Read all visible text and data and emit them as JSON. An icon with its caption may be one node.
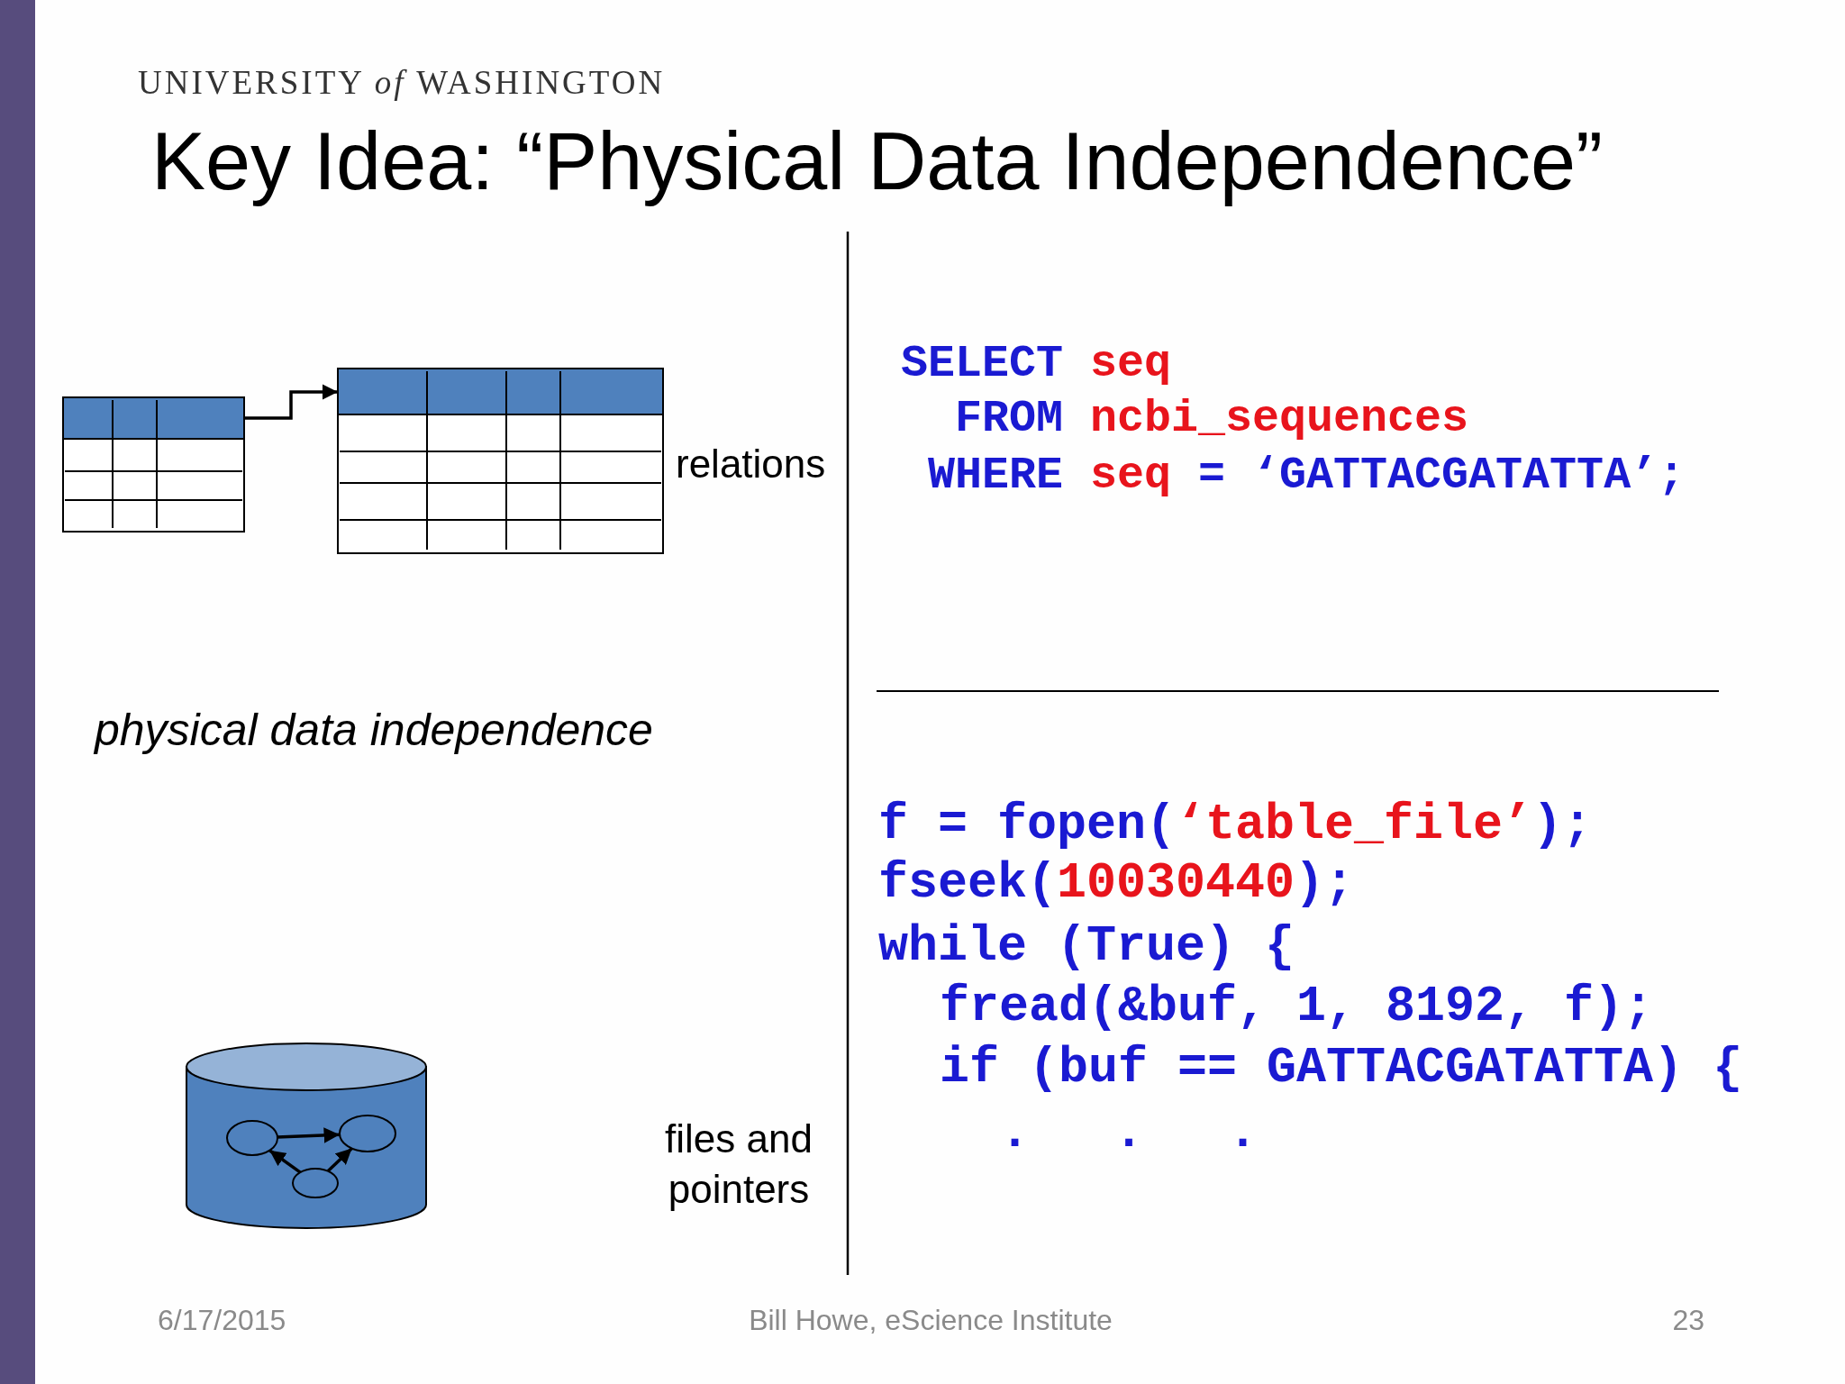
{
  "diagram": {
    "title": "Key Idea: “Physical Data Independence”",
    "nodes": [
      {
        "text": [],
        "shape": "table"
      },
      {
        "text": [],
        "shape": "table"
      },
      {
        "text": [],
        "shape": "cylinder"
      },
      {
        "text": [],
        "shape": "ellipse",
        "in": 2
      },
      {
        "text": [],
        "shape": "ellipse",
        "in": 2
      },
      {
        "text": [],
        "shape": "ellipse",
        "in": 2
      }
    ],
    "edges": [
      {
        "from": 0,
        "to": 1,
        "arrow": "to"
      },
      {
        "from": 3,
        "to": 4,
        "arrow": "to"
      },
      {
        "from": 5,
        "to": 3,
        "arrow": "to"
      },
      {
        "from": 5,
        "to": 4,
        "arrow": "to"
      }
    ],
    "labels": [
      "UNIVERSITY *of* WASHINGTON",
      "SELECT seq",
      "FROM ncbi_sequences",
      "WHERE seq = ‘GATTACGATATTA’;",
      "relations",
      "physical data independence",
      "f = fopen(‘table_file’);",
      "fseek(10030440);",
      "while (True) {",
      "fread(&buf, 1, 8192, f);",
      "if (buf == GATTACGATATTA) {",
      ". . .",
      "files and pointers",
      "6/17/2015",
      "Bill Howe, eScience Institute",
      "23"
    ]
  }
}
